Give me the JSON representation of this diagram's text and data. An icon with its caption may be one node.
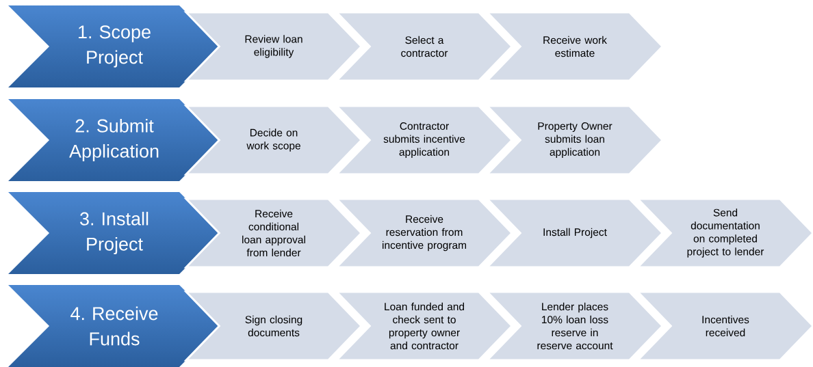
{
  "diagram": {
    "nodes": [
      {
        "text": [
          "1. Scope Project"
        ]
      },
      {
        "text": [
          "Review loan eligibility"
        ]
      },
      {
        "text": [
          "Select a contractor"
        ]
      },
      {
        "text": [
          "Receive work estimate"
        ]
      },
      {
        "text": [
          "2. Submit Application"
        ]
      },
      {
        "text": [
          "Decide on work scope"
        ]
      },
      {
        "text": [
          "Contractor submits incentive application"
        ]
      },
      {
        "text": [
          "Property Owner submits loan application"
        ]
      },
      {
        "text": [
          "3. Install Project"
        ]
      },
      {
        "text": [
          "Receive conditional loan approval from lender"
        ]
      },
      {
        "text": [
          "Receive reservation from incentive program"
        ]
      },
      {
        "text": [
          "Install Project"
        ]
      },
      {
        "text": [
          "Send documentation on completed project to lender"
        ]
      },
      {
        "text": [
          "4. Receive Funds"
        ]
      },
      {
        "text": [
          "Sign closing documents"
        ]
      },
      {
        "text": [
          "Loan funded and check sent to property owner and contractor"
        ]
      },
      {
        "text": [
          "Lender places 10% loan loss reserve in reserve account"
        ]
      },
      {
        "text": [
          "Incentives received"
        ]
      }
    ]
  }
}
